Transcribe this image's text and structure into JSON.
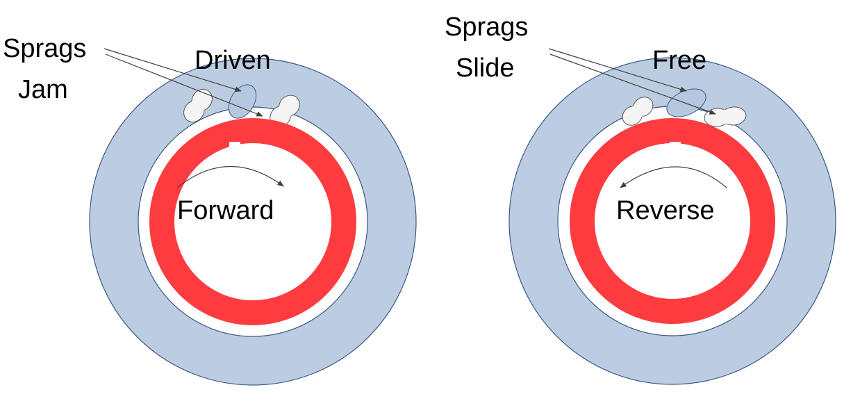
{
  "colors": {
    "outer_ring": "#bccde2",
    "outer_ring_stroke": "#3b5688",
    "inner_race": "#fe3c3f",
    "sprag_highlight": "#b5c8e0",
    "sprag_plain": "#f5f5f5",
    "arrow": "#404040"
  },
  "left_clutch": {
    "sprags_label_line1": "Sprags",
    "sprags_label_line2": "Jam",
    "outer_label": "Driven",
    "inner_label": "Forward",
    "rotation": "clockwise"
  },
  "right_clutch": {
    "sprags_label_line1": "Sprags",
    "sprags_label_line2": "Slide",
    "outer_label": "Free",
    "inner_label": "Reverse",
    "rotation": "counterclockwise"
  }
}
